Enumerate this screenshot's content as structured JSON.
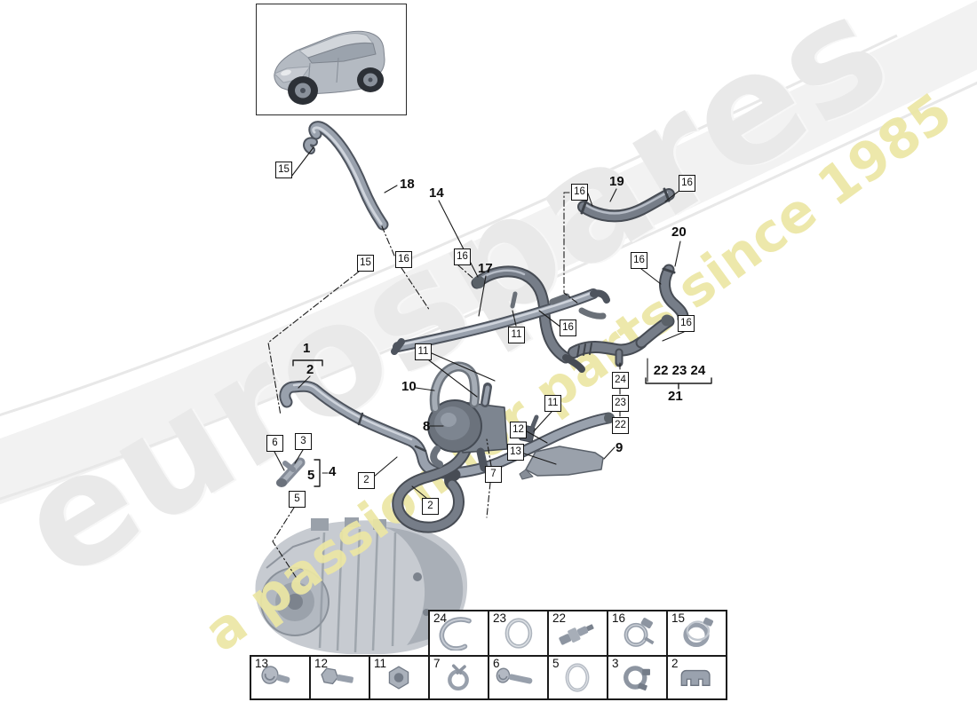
{
  "watermark": {
    "brand": "eurospares",
    "tagline": "a passion for parts since 1985",
    "brand_color": "#e9e9e9",
    "tagline_color": "#ece7a4"
  },
  "callouts": [
    {
      "label": "15"
    },
    {
      "label": "15"
    },
    {
      "label": "16"
    },
    {
      "label": "16"
    },
    {
      "label": "16"
    },
    {
      "label": "16"
    },
    {
      "label": "16"
    },
    {
      "label": "16"
    },
    {
      "label": "11"
    },
    {
      "label": "16"
    },
    {
      "label": "11"
    },
    {
      "label": "24"
    },
    {
      "label": "23"
    },
    {
      "label": "22"
    },
    {
      "label": "11"
    },
    {
      "label": "12"
    },
    {
      "label": "13"
    },
    {
      "label": "7"
    },
    {
      "label": "6"
    },
    {
      "label": "3"
    },
    {
      "label": "5"
    },
    {
      "label": "2"
    },
    {
      "label": "2"
    }
  ],
  "part_labels": [
    {
      "label": "1"
    },
    {
      "label": "2"
    },
    {
      "label": "18"
    },
    {
      "label": "14"
    },
    {
      "label": "17"
    },
    {
      "label": "19"
    },
    {
      "label": "20"
    },
    {
      "label": "10"
    },
    {
      "label": "8"
    },
    {
      "label": "9"
    },
    {
      "label": "4"
    },
    {
      "label": "5"
    },
    {
      "label": "22 23 24"
    },
    {
      "label": "21"
    }
  ],
  "legend": {
    "top_row": [
      {
        "num": "24",
        "icon": "c-clip"
      },
      {
        "num": "23",
        "icon": "o-ring"
      },
      {
        "num": "22",
        "icon": "stud-fitting"
      },
      {
        "num": "16",
        "icon": "worm-clamp"
      },
      {
        "num": "15",
        "icon": "band-clamp"
      }
    ],
    "bottom_row": [
      {
        "num": "13",
        "icon": "pan-screw"
      },
      {
        "num": "12",
        "icon": "hex-bolt"
      },
      {
        "num": "11",
        "icon": "hex-nut"
      },
      {
        "num": "7",
        "icon": "spring-clamp"
      },
      {
        "num": "6",
        "icon": "long-screw"
      },
      {
        "num": "5",
        "icon": "o-ring"
      },
      {
        "num": "3",
        "icon": "hose-clamp"
      },
      {
        "num": "2",
        "icon": "half-shell"
      }
    ]
  }
}
